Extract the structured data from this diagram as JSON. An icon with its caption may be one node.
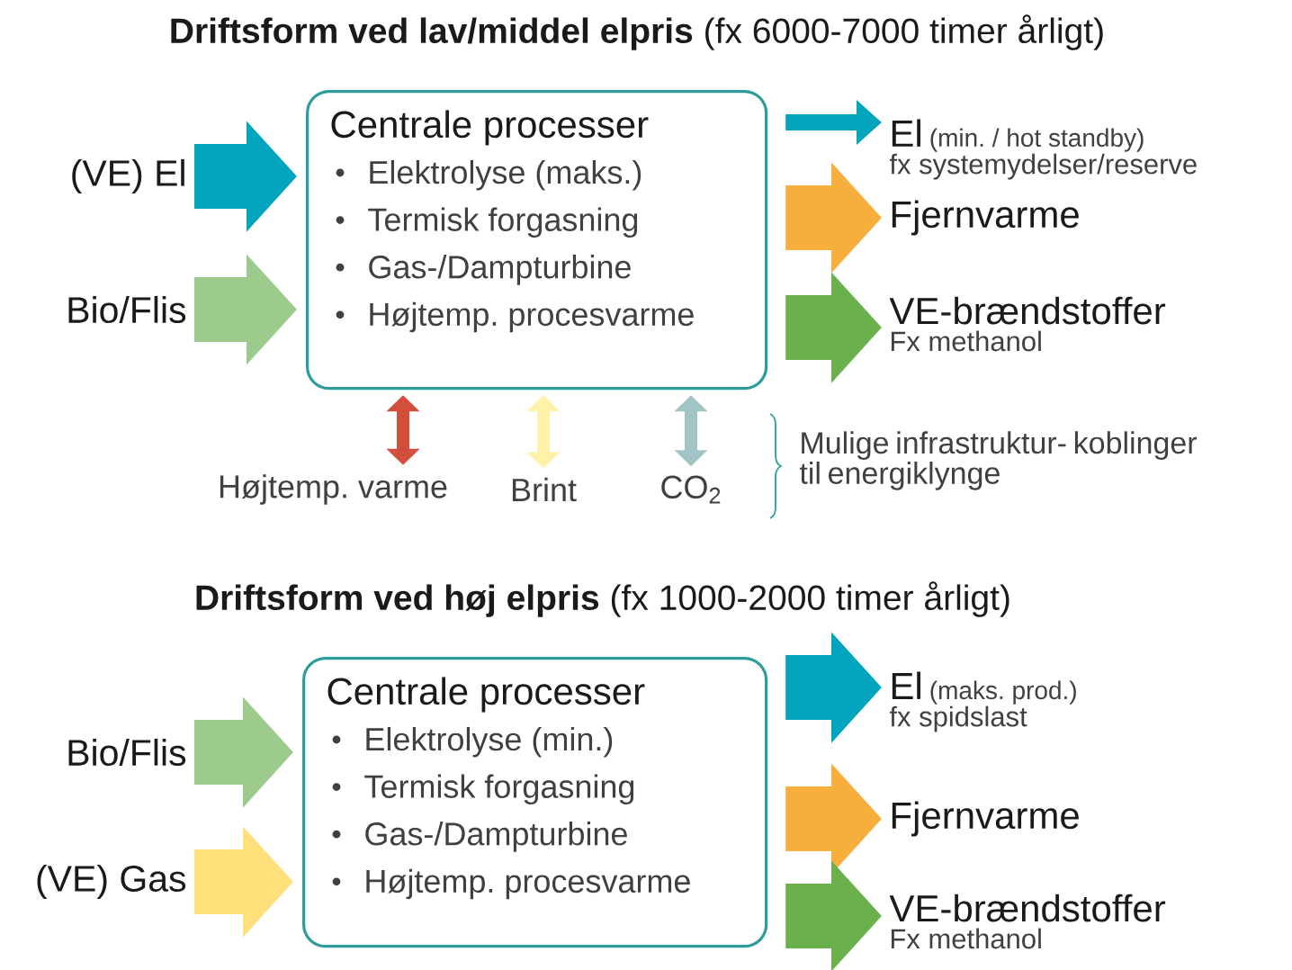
{
  "diagram": {
    "title": "**Driftsform ved lav/middel elpris** (fx 6000-7000 timer årligt)",
    "nodes": [
      {
        "text": [
          "(VE) El"
        ]
      },
      {
        "text": [
          "Bio/Flis"
        ]
      },
      {
        "text": [
          "Centrale processer",
          "Elektrolyse  (maks.)",
          "Termisk forgasning",
          "Gas-/Dampturbine",
          "Højtemp. procesvarme"
        ]
      },
      {
        "text": [
          "El",
          "(min. / hot standby)",
          "fx systemydelser/reserve"
        ]
      },
      {
        "text": [
          "Fjernvarme"
        ]
      },
      {
        "text": [
          "VE-brændstoffer",
          "Fx methanol"
        ]
      },
      {
        "text": [
          "Højtemp. varme"
        ]
      },
      {
        "text": [
          "Brint"
        ]
      },
      {
        "text": [
          "CO$_{2}$"
        ]
      },
      {
        "text": [
          "Bio/Flis"
        ]
      },
      {
        "text": [
          "(VE) Gas"
        ]
      },
      {
        "text": [
          "Centrale processer",
          "Elektrolyse  (min.)",
          "Termisk forgasning",
          "Gas-/Dampturbine",
          "Højtemp. procesvarme"
        ]
      },
      {
        "text": [
          "El",
          "(maks. prod.)",
          "fx spidslast"
        ]
      },
      {
        "text": [
          "Fjernvarme"
        ]
      },
      {
        "text": [
          "VE-brændstoffer",
          "Fx methanol"
        ]
      }
    ],
    "edges": [
      {
        "from": 0,
        "to": 2,
        "arrow": "to",
        "color": "#00a5bd"
      },
      {
        "from": 1,
        "to": 2,
        "arrow": "to",
        "color": "#9dcb8d"
      },
      {
        "from": 2,
        "to": 3,
        "arrow": "to",
        "color": "#00a5bd"
      },
      {
        "from": 2,
        "to": 4,
        "arrow": "to",
        "color": "#f7ae3c"
      },
      {
        "from": 2,
        "to": 5,
        "arrow": "to",
        "color": "#6ab04c"
      },
      {
        "from": 2,
        "to": 6,
        "arrow": "both",
        "color": "#d0503c"
      },
      {
        "from": 2,
        "to": 7,
        "arrow": "both",
        "color": "#fff2a8"
      },
      {
        "from": 2,
        "to": 8,
        "arrow": "both",
        "color": "#a3c4c4"
      },
      {
        "from": 9,
        "to": 11,
        "arrow": "to",
        "color": "#9dcb8d"
      },
      {
        "from": 10,
        "to": 11,
        "arrow": "to",
        "color": "#ffe07a"
      },
      {
        "from": 11,
        "to": 12,
        "arrow": "to",
        "color": "#00a5bd"
      },
      {
        "from": 11,
        "to": 13,
        "arrow": "to",
        "color": "#f7ae3c"
      },
      {
        "from": 11,
        "to": 14,
        "arrow": "to",
        "color": "#6ab04c"
      }
    ],
    "labels": [
      "Mulige infrastruktur- koblinger til energiklynge",
      "**Driftsform ved høj elpris**  (fx 1000-2000 timer årligt)"
    ]
  }
}
